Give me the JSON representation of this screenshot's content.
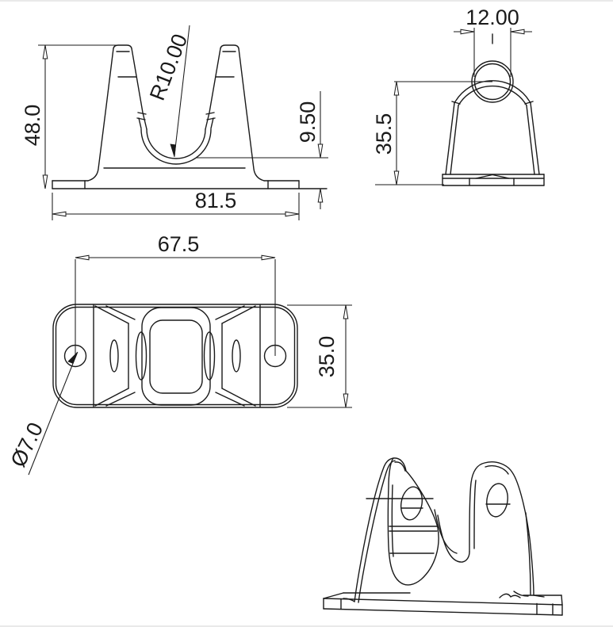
{
  "drawing": {
    "colors": {
      "line": "#1a1a1a",
      "background": "#ffffff",
      "edge_strip": "#e9e9e9"
    },
    "front_view": {
      "height": "48.0",
      "saddle_radius": "R10.00",
      "saddle_floor_height": "9.50",
      "base_width": "81.5"
    },
    "side_view": {
      "hole_diameter": "12.00",
      "hole_center_height": "35.5"
    },
    "top_view": {
      "hole_spacing": "67.5",
      "plate_depth": "35.0",
      "hole_callout": "Ø7.0"
    }
  }
}
